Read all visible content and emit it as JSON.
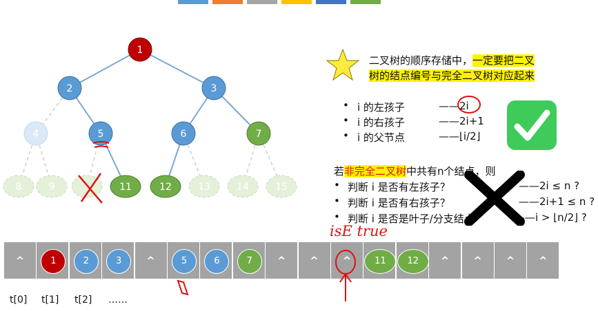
{
  "top_strip_colors": [
    "#5b9bd5",
    "#ed7d31",
    "#a5a5a5",
    "#ffc000",
    "#4472c4",
    "#70ad47"
  ],
  "tree": {
    "nodes": [
      {
        "label": "1",
        "style": "red"
      },
      {
        "label": "2",
        "style": "blue"
      },
      {
        "label": "3",
        "style": "blue"
      },
      {
        "label": "4",
        "style": "faint-blue"
      },
      {
        "label": "5",
        "style": "blue"
      },
      {
        "label": "6",
        "style": "blue"
      },
      {
        "label": "7",
        "style": "green"
      },
      {
        "label": "8",
        "style": "faint-green"
      },
      {
        "label": "9",
        "style": "faint-green"
      },
      {
        "label": "",
        "style": "faint-green"
      },
      {
        "label": "11",
        "style": "green"
      },
      {
        "label": "12",
        "style": "green"
      },
      {
        "label": "13",
        "style": "faint-green"
      },
      {
        "label": "14",
        "style": "faint-green"
      },
      {
        "label": "15",
        "style": "faint-green"
      }
    ]
  },
  "heading": {
    "part1": "二叉树的顺序存储中，",
    "highlight1": "一定要把二叉",
    "highlight2": "树的结点编号与完全二叉树对应起来"
  },
  "relations": [
    {
      "label": "i 的左孩子",
      "formula": "——2i"
    },
    {
      "label": "i 的右孩子",
      "formula": "——2i+1"
    },
    {
      "label": "i 的父节点",
      "formula": "——⌊i/2⌋"
    }
  ],
  "incomplete": {
    "prefix": "若",
    "highlight": "非完全二叉树",
    "suffix": "中共有n个结点，则",
    "items": [
      {
        "question": "判断 i 是否有左孩子？",
        "answer": "——2i ≤ n ?"
      },
      {
        "question": "判断 i 是否有右孩子？",
        "answer": "——2i+1 ≤ n ?"
      },
      {
        "question": "判断 i 是否是叶子/分支结点",
        "answer": "——i > ⌊n/2⌋ ?"
      }
    ]
  },
  "handwriting": {
    "note": "isE true"
  },
  "array": {
    "cells": [
      {
        "kind": "null",
        "label": "^"
      },
      {
        "kind": "red",
        "label": "1"
      },
      {
        "kind": "blue",
        "label": "2"
      },
      {
        "kind": "blue",
        "label": "3"
      },
      {
        "kind": "null",
        "label": "^"
      },
      {
        "kind": "blue",
        "label": "5"
      },
      {
        "kind": "blue",
        "label": "6"
      },
      {
        "kind": "green",
        "label": "7"
      },
      {
        "kind": "null",
        "label": "^"
      },
      {
        "kind": "null",
        "label": "^"
      },
      {
        "kind": "null",
        "label": "^"
      },
      {
        "kind": "green",
        "label": "11"
      },
      {
        "kind": "green",
        "label": "12"
      },
      {
        "kind": "null",
        "label": "^"
      },
      {
        "kind": "null",
        "label": "^"
      },
      {
        "kind": "null",
        "label": "^"
      },
      {
        "kind": "null",
        "label": "^"
      }
    ],
    "index_labels": [
      "t[0]",
      "t[1]",
      "t[2]",
      "……"
    ]
  }
}
